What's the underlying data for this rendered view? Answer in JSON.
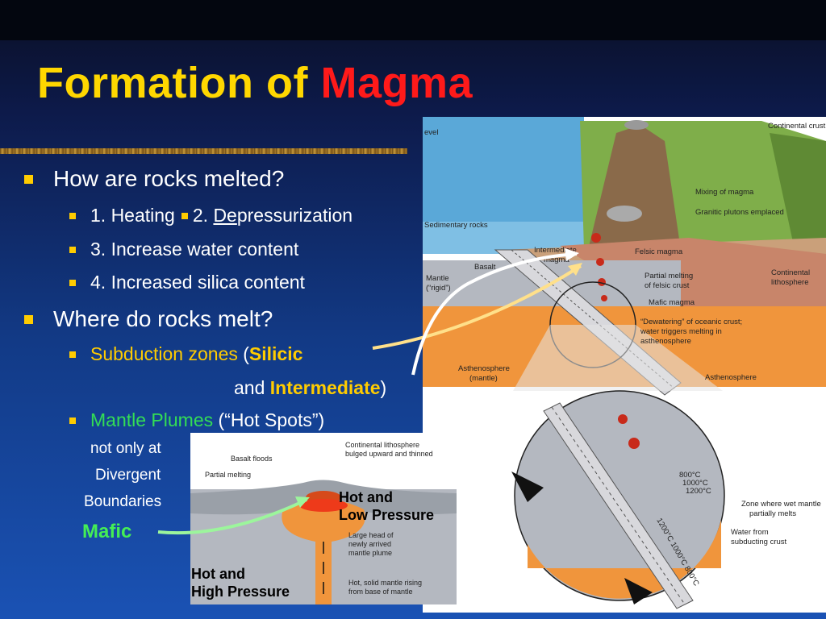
{
  "slide": {
    "title_prefix": "Formation of ",
    "title_accent": "Magma",
    "bullet1": "How are rocks melted?",
    "item1a": "1. Heating",
    "item1b_pre": "2. ",
    "item1b_underline": "De",
    "item1b_post": "pressurization",
    "item2": "3. Increase water content",
    "item3": "4. Increased silica content",
    "bullet2": "Where do rocks melt?",
    "subduction_label": "Subduction zones",
    "subduction_open": " (",
    "silicic": "Silicic",
    "and_text": "and ",
    "intermediate": "Intermediate",
    "close_paren": ")",
    "mantle_label": "Mantle Plumes",
    "hotspots": " (“Hot Spots”)",
    "not_only": "not only at",
    "divergent": "Divergent",
    "boundaries": "Boundaries",
    "mafic": "Mafic",
    "colors": {
      "title": "#ffd700",
      "accent": "#ff1a1a",
      "bullet": "#ffcc00",
      "green": "#33dd55"
    }
  },
  "main_figure": {
    "sea_level": "evel",
    "continental_crust": "Continental crust",
    "mixing": "Mixing of magma",
    "granitic": "Granitic plutons emplaced",
    "sedimentary": "Sedimentary rocks",
    "intermediate_magma_1": "Intermediate",
    "intermediate_magma_2": "magma",
    "felsic_magma": "Felsic magma",
    "basalt": "Basalt",
    "mantle_1": "Mantle",
    "mantle_2": "(“rigid”)",
    "partial_melting_1": "Partial melting",
    "partial_melting_2": "of felsic crust",
    "continental_litho_1": "Continental",
    "continental_litho_2": "lithosphere",
    "mafic_magma": "Mafic magma",
    "dewatering_1": "“Dewatering” of oceanic crust;",
    "dewatering_2": "water triggers melting in",
    "dewatering_3": "asthenosphere",
    "astheno_left_1": "Asthenosphere",
    "astheno_left_2": "(mantle)",
    "astheno_right": "Asthenosphere",
    "t800": "800°C",
    "t1000": "1000°C",
    "t1200": "1200°C",
    "zone_wet_1": "Zone where wet mantle",
    "zone_wet_2": "partially melts",
    "water_from_1": "Water from",
    "water_from_2": "subducting crust",
    "diag_temps": "1200°C  1000°C  800°C"
  },
  "plume_figure": {
    "basalt_floods": "Basalt floods",
    "partial_melting": "Partial melting",
    "cont_litho_1": "Continental lithosphere",
    "cont_litho_2": "bulged upward and thinned",
    "hot_low_1": "Hot and",
    "hot_low_2": "Low Pressure",
    "large_head_1": "Large head of",
    "large_head_2": "newly arrived",
    "large_head_3": "mantle plume",
    "hot_solid_1": "Hot, solid mantle rising",
    "hot_solid_2": "from base of mantle",
    "hot_high_1": "Hot and",
    "hot_high_2": "High Pressure"
  }
}
